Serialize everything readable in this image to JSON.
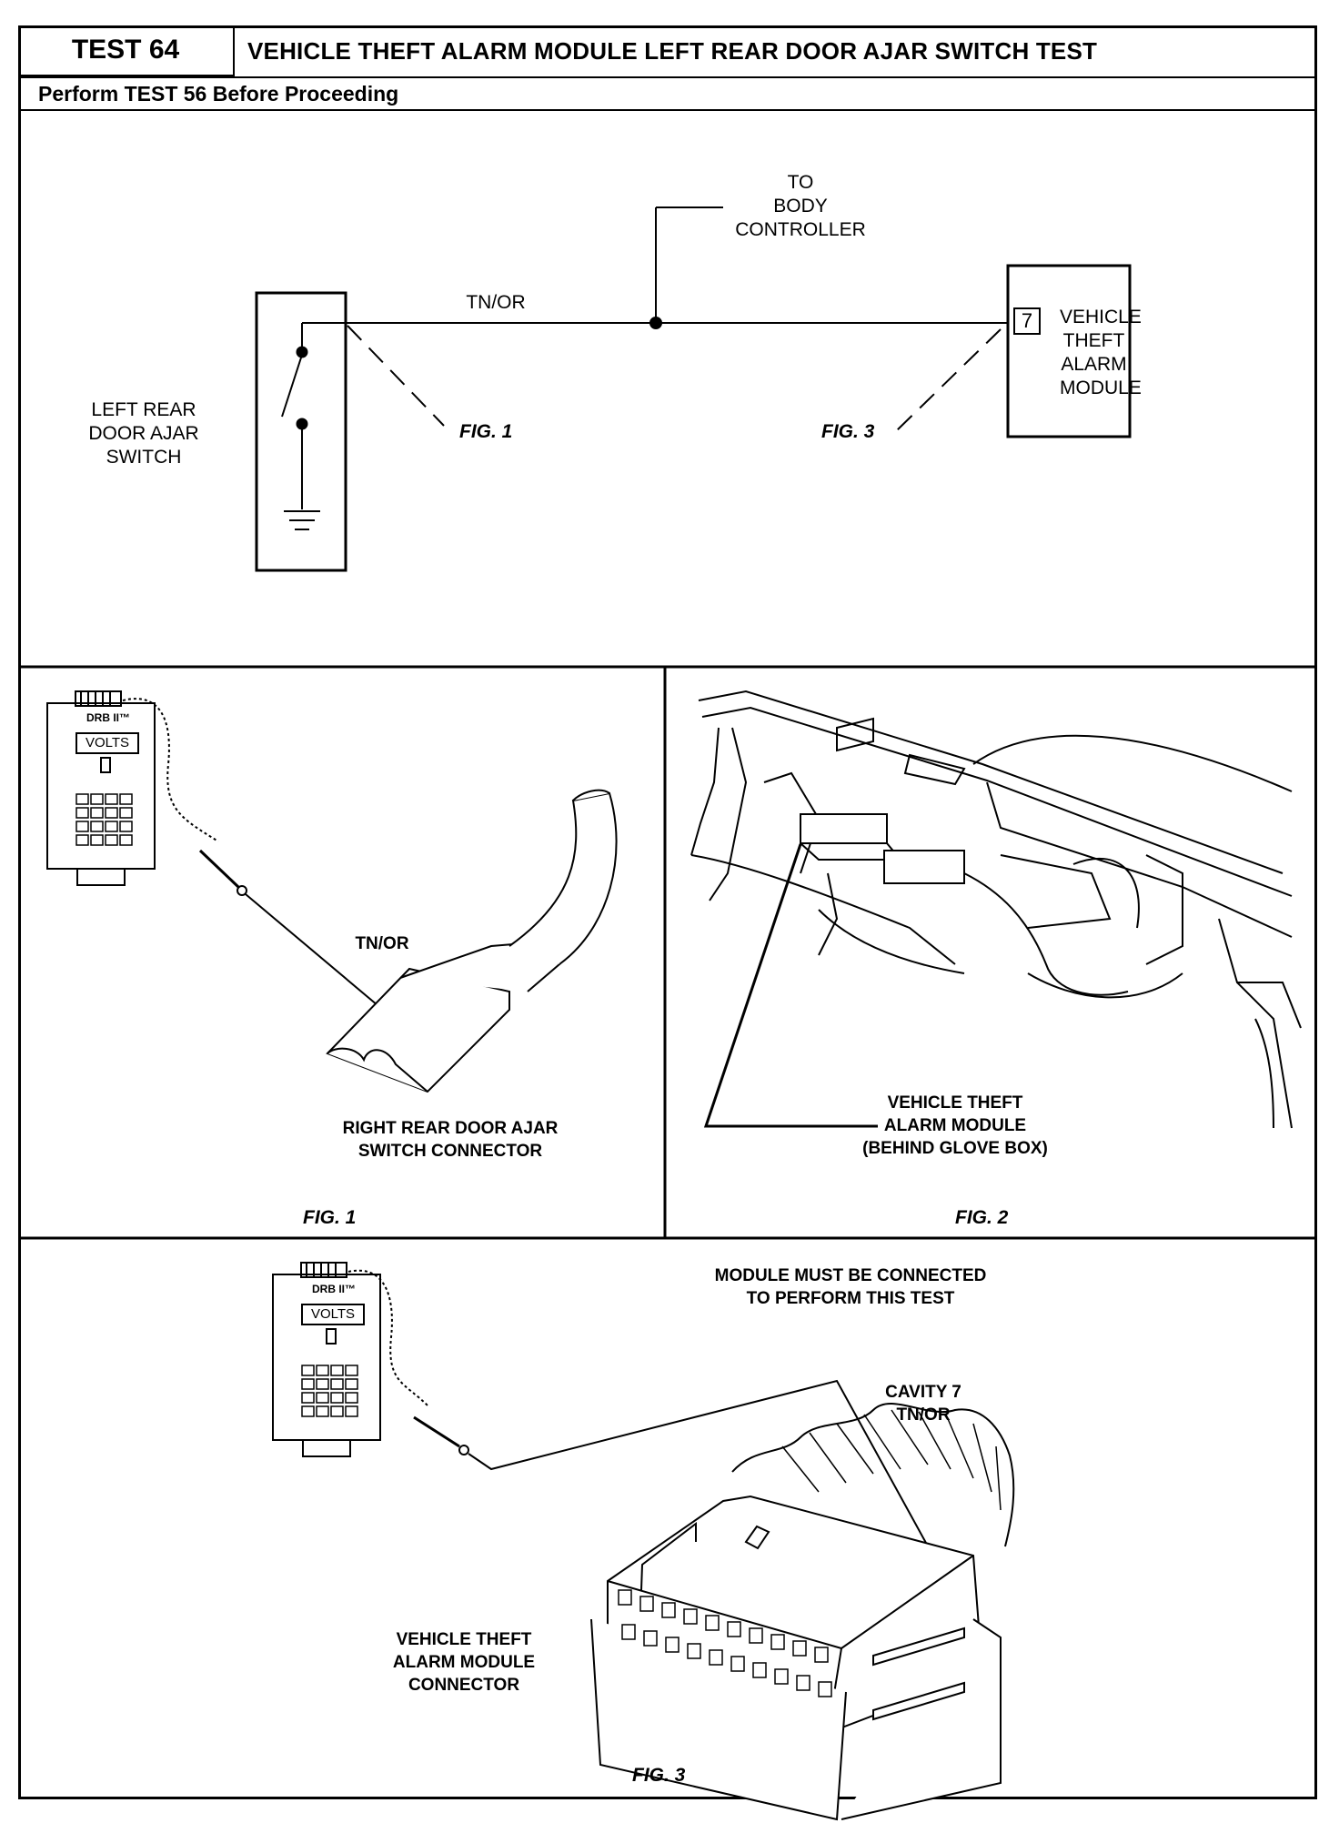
{
  "header": {
    "test_number": "TEST 64",
    "title": "VEHICLE THEFT ALARM MODULE LEFT REAR DOOR AJAR SWITCH TEST",
    "prerequisite": "Perform TEST 56 Before Proceeding"
  },
  "schematic": {
    "switch_label": "LEFT REAR\nDOOR AJAR\nSWITCH",
    "wire_label": "TN/OR",
    "branch_label": "TO\nBODY\nCONTROLLER",
    "module_label": "VEHICLE\nTHEFT\nALARM\nMODULE",
    "module_pin": "7",
    "fig1_ref": "FIG. 1",
    "fig3_ref": "FIG. 3"
  },
  "fig1": {
    "wire_label": "TN/OR",
    "connector_label": "RIGHT REAR DOOR AJAR\nSWITCH CONNECTOR",
    "caption": "FIG. 1",
    "tester_brand": "DRB II™",
    "tester_display": "VOLTS"
  },
  "fig2": {
    "module_label": "VEHICLE THEFT\nALARM MODULE\n(BEHIND GLOVE BOX)",
    "caption": "FIG. 2"
  },
  "fig3": {
    "note": "MODULE MUST BE CONNECTED\nTO PERFORM THIS TEST",
    "cavity_label": "CAVITY 7\nTN/OR",
    "connector_label": "VEHICLE THEFT\nALARM MODULE\nCONNECTOR",
    "caption": "FIG. 3",
    "tester_brand": "DRB II™",
    "tester_display": "VOLTS"
  }
}
